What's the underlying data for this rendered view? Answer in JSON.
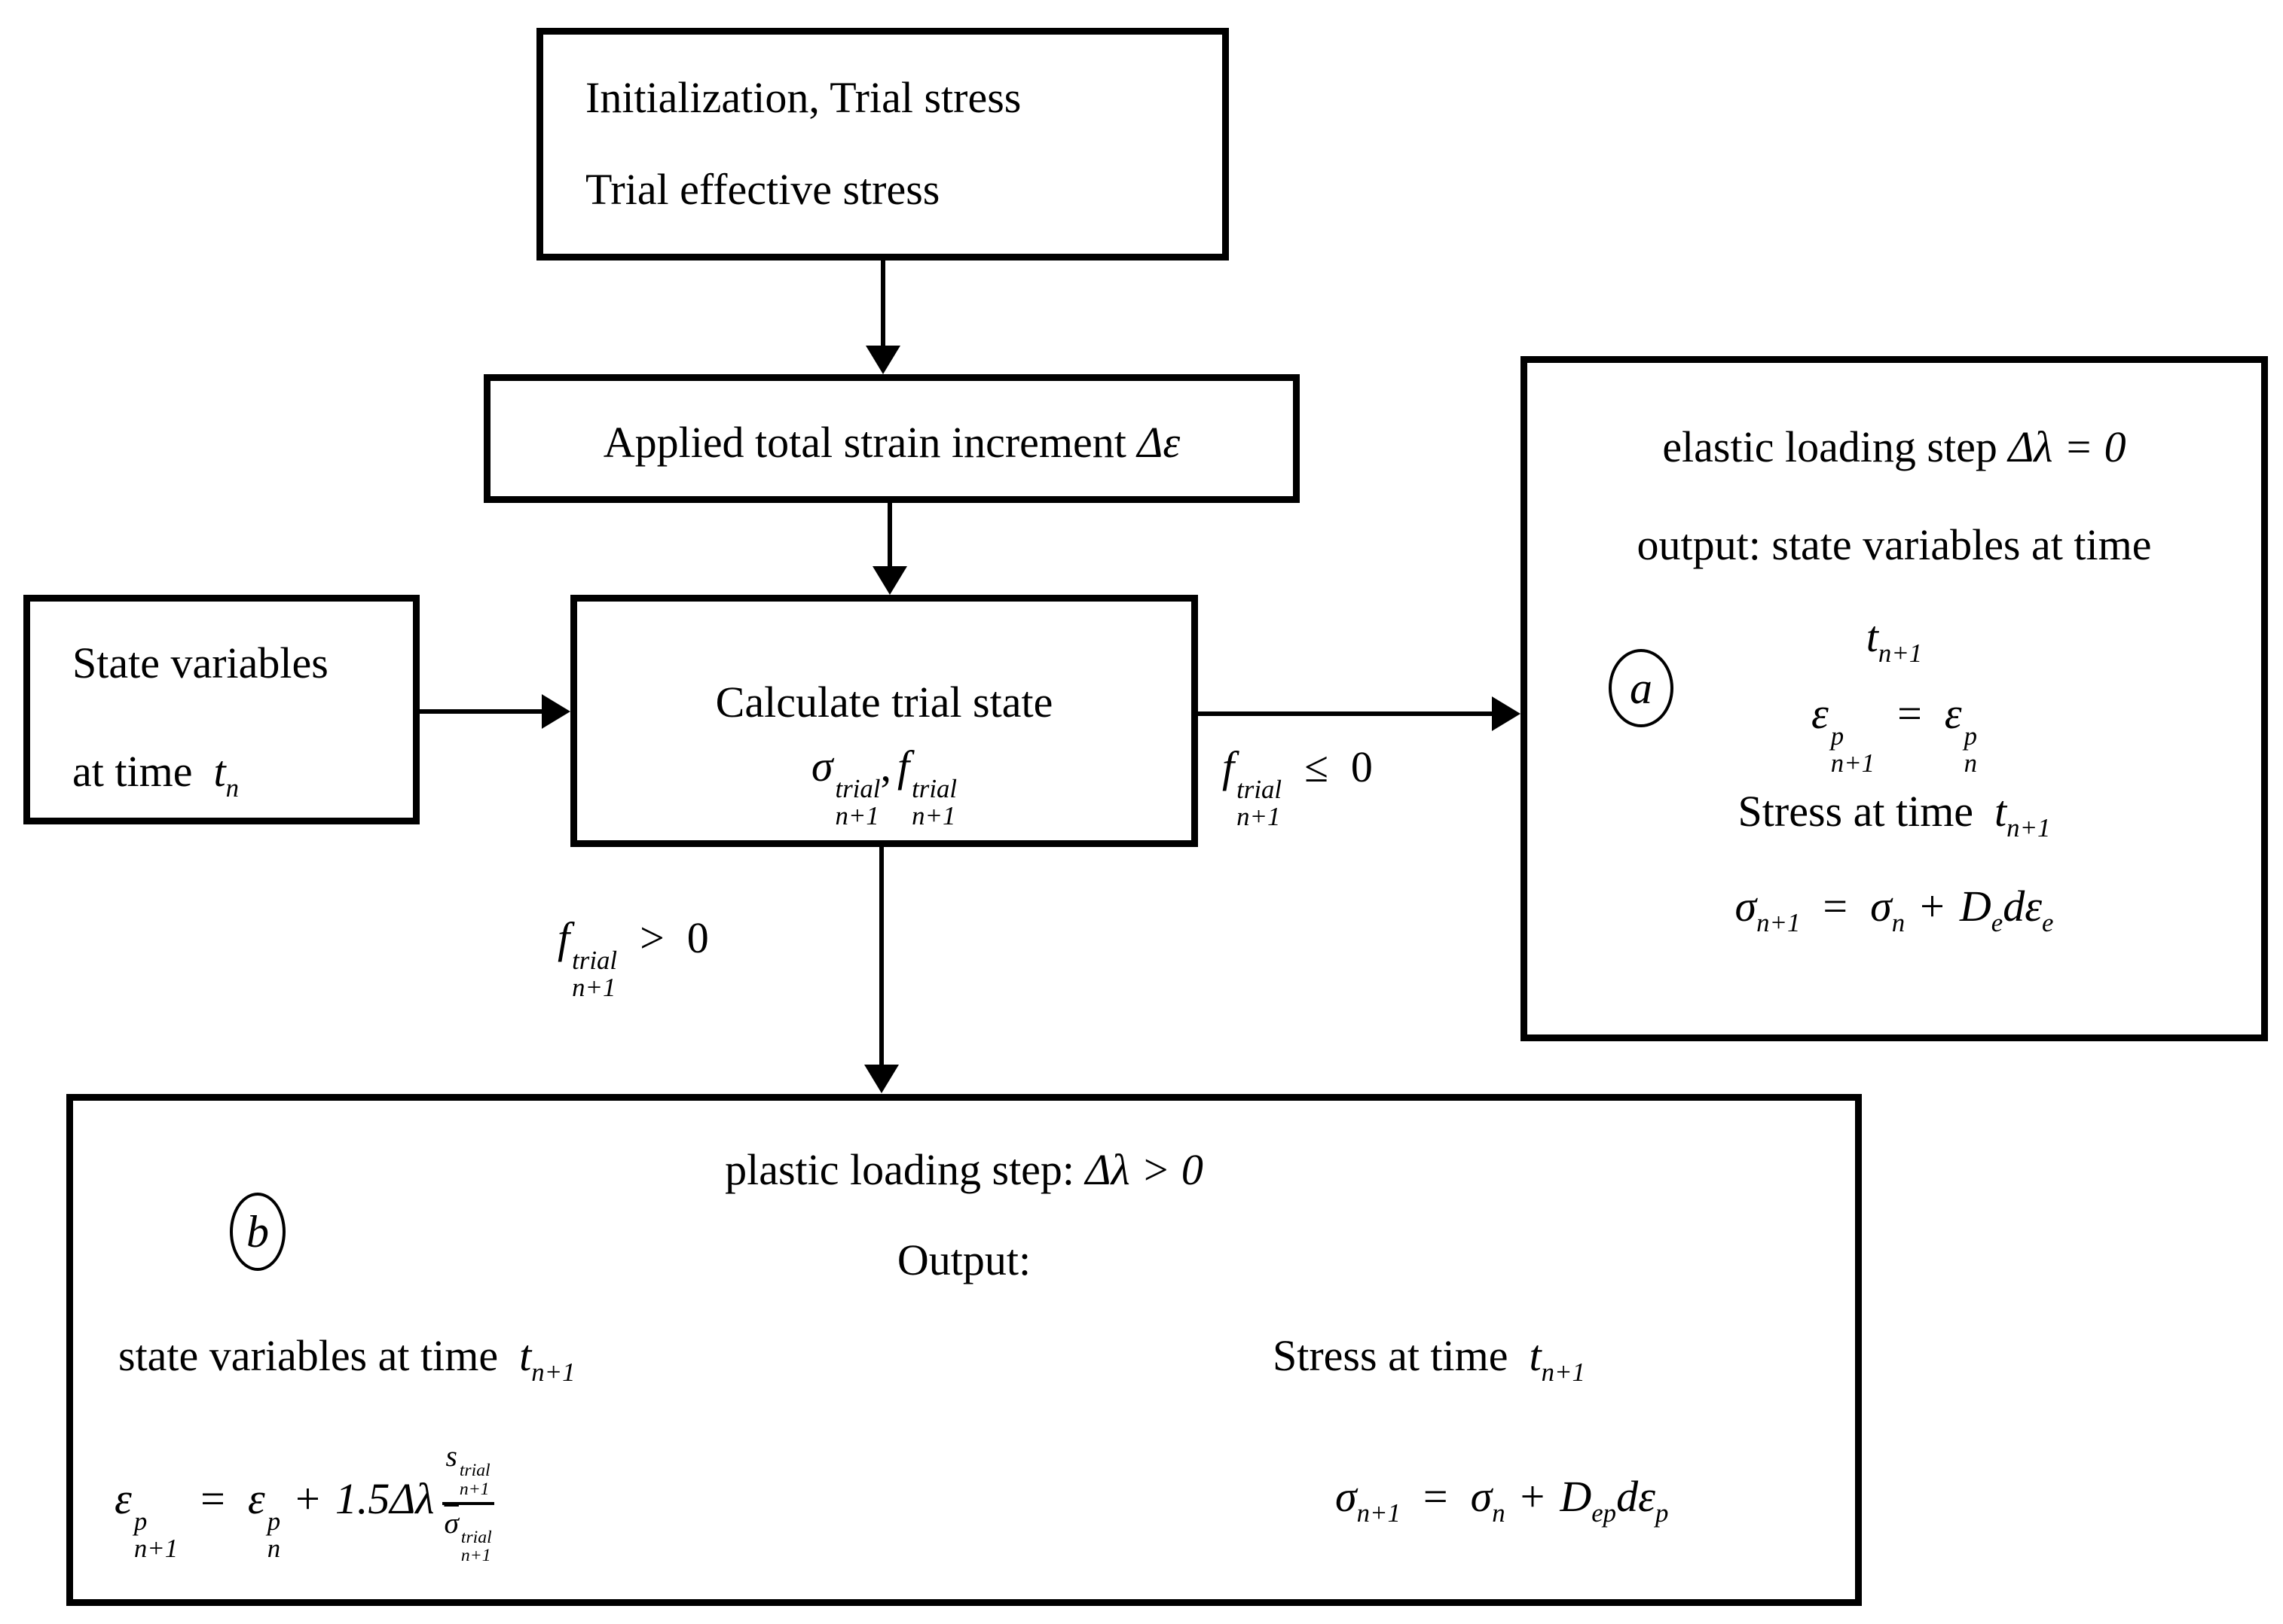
{
  "colors": {
    "ink": "#000000",
    "background": "#ffffff"
  },
  "diagram": {
    "init_box": {
      "line1": "Initialization,  Trial stress",
      "line2": "Trial effective stress"
    },
    "strain_box": {
      "prefix": "Applied total strain increment ",
      "math": "Δε"
    },
    "state_box": {
      "line1": "State variables",
      "line2_prefix": "at time",
      "t_base": "t",
      "t_sub": "n"
    },
    "trial_box": {
      "title": "Calculate trial state",
      "sigma_base": "σ",
      "sigma_sup": "trial",
      "sigma_sub": "n+1",
      "separator": ",",
      "f_base": "f",
      "f_sup": "trial",
      "f_sub": "n+1"
    },
    "cond_elastic": {
      "f_base": "f",
      "f_sup": "trial",
      "f_sub": "n+1",
      "op": "≤",
      "value": "0"
    },
    "cond_plastic": {
      "f_base": "f",
      "f_sup": "trial",
      "f_sub": "n+1",
      "op": ">",
      "value": "0"
    },
    "elastic_box": {
      "badge": "a",
      "line1_prefix": "elastic loading step ",
      "line1_math": "Δλ = 0",
      "line2": "output: state variables  at time",
      "t_base": "t",
      "t_sub": "n+1",
      "eq1_lhs_base": "ε",
      "eq1_lhs_sup": "p",
      "eq1_lhs_sub": "n+1",
      "eq1_op": "=",
      "eq1_rhs_base": "ε",
      "eq1_rhs_sup": "p",
      "eq1_rhs_sub": "n",
      "stress_prefix": "Stress at time",
      "t2_base": "t",
      "t2_sub": "n+1",
      "eq2_lhs_base": "σ",
      "eq2_lhs_sub": "n+1",
      "eq2_op": "=",
      "eq2_t1_base": "σ",
      "eq2_t1_sub": "n",
      "eq2_plus": "+",
      "eq2_t2_base": "D",
      "eq2_t2_sub": "e",
      "eq2_t3_base": "dε",
      "eq2_t3_sub": "e"
    },
    "plastic_box": {
      "badge": "b",
      "line1_prefix": "plastic loading step: ",
      "line1_math": "Δλ > 0",
      "line2": "Output:",
      "left_heading_prefix": "state variables at time",
      "lt_base": "t",
      "lt_sub": "n+1",
      "right_heading_prefix": "Stress at time",
      "rt_base": "t",
      "rt_sub": "n+1",
      "eq1_lhs_base": "ε",
      "eq1_lhs_sup": "p",
      "eq1_lhs_sub": "n+1",
      "eq1_op": "=",
      "eq1_t1_base": "ε",
      "eq1_t1_sup": "p",
      "eq1_t1_sub": "n",
      "eq1_plus": "+",
      "eq1_coeff": "1.5Δλ",
      "frac_num_base": "s",
      "frac_num_sup": "trial",
      "frac_num_sub": "n+1",
      "frac_den_base": "σ",
      "frac_den_sup": "trial",
      "frac_den_sub": "n+1",
      "eq2_lhs_base": "σ",
      "eq2_lhs_sub": "n+1",
      "eq2_op": "=",
      "eq2_t1_base": "σ",
      "eq2_t1_sub": "n",
      "eq2_plus": "+",
      "eq2_t2_base": "D",
      "eq2_t2_sub": "ep",
      "eq2_t3_base": "dε",
      "eq2_t3_sub": "p"
    }
  }
}
